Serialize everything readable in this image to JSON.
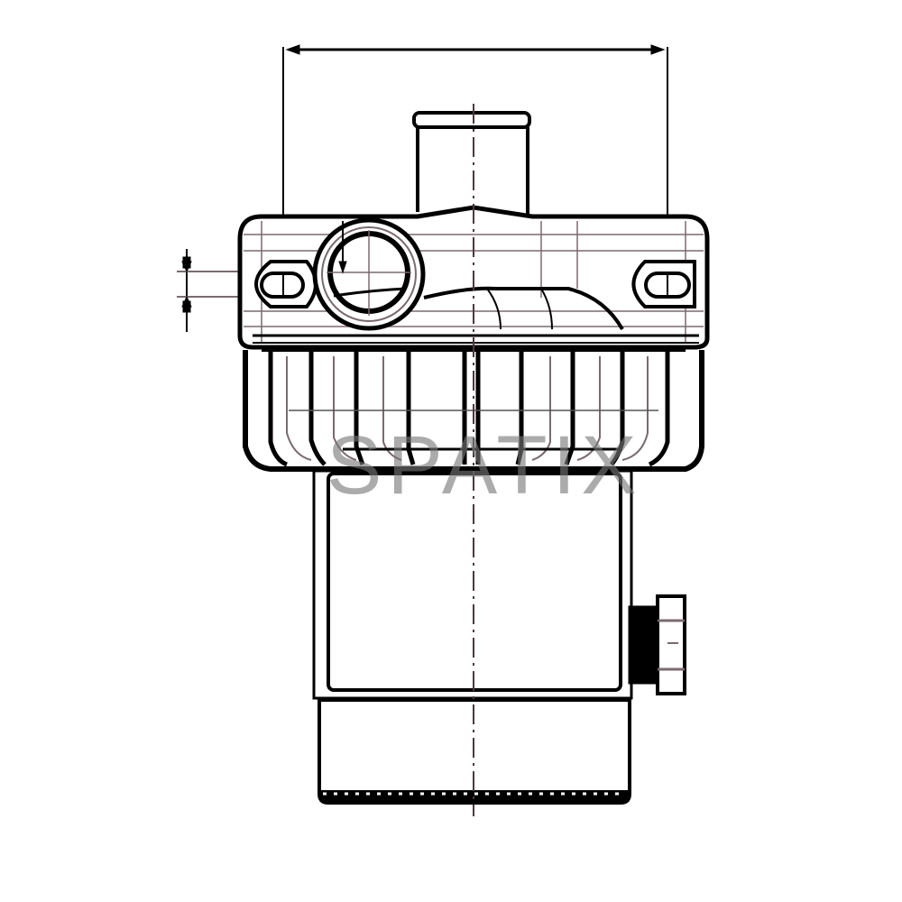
{
  "diagram": {
    "type": "technical-drawing",
    "subject": "filter housing with finned head, top nozzle, side inlet port, bowl and drain plug",
    "colors": {
      "line": "#000000",
      "hidden_line": "#7a6a70",
      "background": "#ffffff",
      "watermark": "#8a8a8a"
    },
    "components": [
      {
        "id": "dimension-width",
        "label": "overall width dimension line"
      },
      {
        "id": "dimension-height-small",
        "label": "mounting slot height dimension"
      },
      {
        "id": "top-nozzle",
        "label": "top outlet nozzle"
      },
      {
        "id": "head-block",
        "label": "filter head with mounting slots"
      },
      {
        "id": "inlet-port",
        "label": "side inlet port (circular)"
      },
      {
        "id": "left-mount-slot",
        "label": "left mounting slot"
      },
      {
        "id": "right-mount-slot",
        "label": "right mounting slot"
      },
      {
        "id": "cooling-fins",
        "label": "finned collar"
      },
      {
        "id": "bowl",
        "label": "filter bowl"
      },
      {
        "id": "drain-plug",
        "label": "side drain plug"
      },
      {
        "id": "knurled-base",
        "label": "knurled base ring"
      },
      {
        "id": "centerline",
        "label": "vertical centerline"
      }
    ]
  },
  "watermark": {
    "text": "SPATIX"
  }
}
